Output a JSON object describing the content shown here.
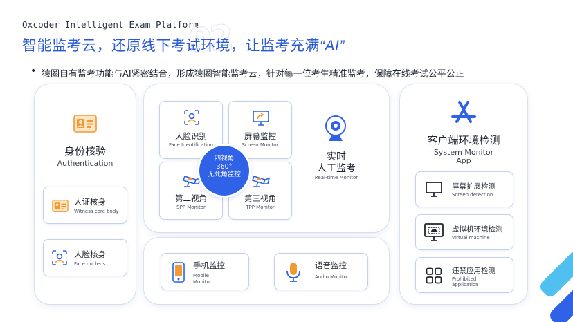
{
  "header": {
    "brand": "Oxcoder Intelligent Exam Platform",
    "watermark": "02",
    "headline_main": "智能监考云，还原线下考试环境，让监考充满",
    "headline_ai": "“AI”",
    "bullet": "猿圈自有监考功能与AI紧密结合，形成猿圈智能监考云，针对每一位考生精准监考，保障在线考试公平公正"
  },
  "identity": {
    "title_cn": "身份核验",
    "title_en": "Authentication",
    "items": [
      {
        "cn": "人证核身",
        "en": "Witness core body",
        "icon": "id-card-icon"
      },
      {
        "cn": "人脸核身",
        "en": "Face nucleus",
        "icon": "face-scan-icon"
      }
    ]
  },
  "monitoring": {
    "center": {
      "line1": "四视角",
      "line2": "360°",
      "line3": "无死角监控"
    },
    "quads": [
      {
        "cn": "人脸识别",
        "en": "Face Identification",
        "icon": "face-scan-icon"
      },
      {
        "cn": "屏幕监控",
        "en": "Screen Monitor",
        "icon": "screen-share-icon"
      },
      {
        "cn": "第二视角",
        "en": "SPP Monitor",
        "icon": "cctv-camera-icon"
      },
      {
        "cn": "第三视角",
        "en": "TPP Monitor",
        "icon": "cctv-camera-icon"
      }
    ],
    "realtime": {
      "line1": "实时",
      "line2": "人工监考",
      "en": "Real-time Monitor",
      "icon": "webcam-icon"
    }
  },
  "device": {
    "items": [
      {
        "cn": "手机监控",
        "en1": "Mobile",
        "en2": "Monitor",
        "icon": "mobile-phone-icon"
      },
      {
        "cn": "语音监控",
        "en1": "Audio Monitor",
        "icon": "microphone-icon"
      }
    ]
  },
  "client": {
    "title_cn": "客户端环境检测",
    "title_en1": "System Monitor",
    "title_en2": "App",
    "items": [
      {
        "cn": "屏幕扩展检测",
        "en1": "Screen detection",
        "icon": "monitor-icon"
      },
      {
        "cn": "虚拟机环境检测",
        "en1": "virtual machine",
        "icon": "virtual-machine-icon"
      },
      {
        "cn": "违禁应用检测",
        "en1": "Prohibited",
        "en2": "application",
        "icon": "apps-grid-icon"
      }
    ]
  },
  "colors": {
    "accent": "#2f62e6",
    "icon_orange": "#f2992f",
    "icon_blue": "#2f62e6",
    "stripe_light": "#4fc0f0",
    "stripe_dark": "#2f62e6"
  }
}
